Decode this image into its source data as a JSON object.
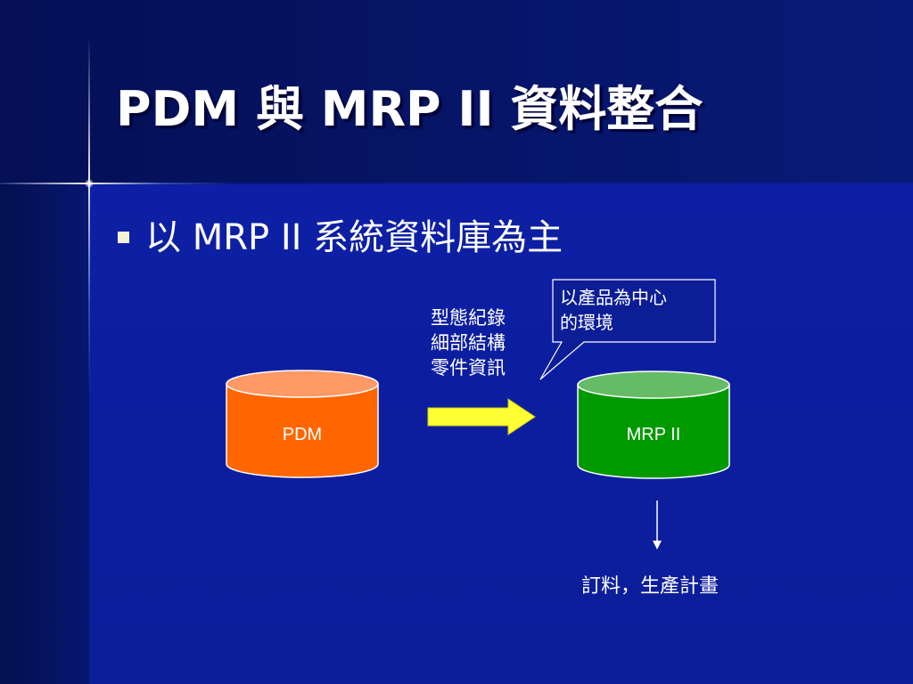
{
  "title": "PDM 與 MRP II 資料整合",
  "bullet": "以 MRP II 系統資料庫為主",
  "diagram": {
    "source_db": {
      "label": "PDM",
      "side_color": "#ff6600",
      "top_color": "#ff9966"
    },
    "target_db": {
      "label": "MRP II",
      "side_color": "#009900",
      "top_color": "#66bb66"
    },
    "transfer_items": [
      "型態紀錄",
      "細部結構",
      "零件資訊"
    ],
    "callout_lines": [
      "以產品為中心",
      "的環境"
    ],
    "output_label": "訂料，生產計畫",
    "arrow_color": "#ffff33"
  }
}
